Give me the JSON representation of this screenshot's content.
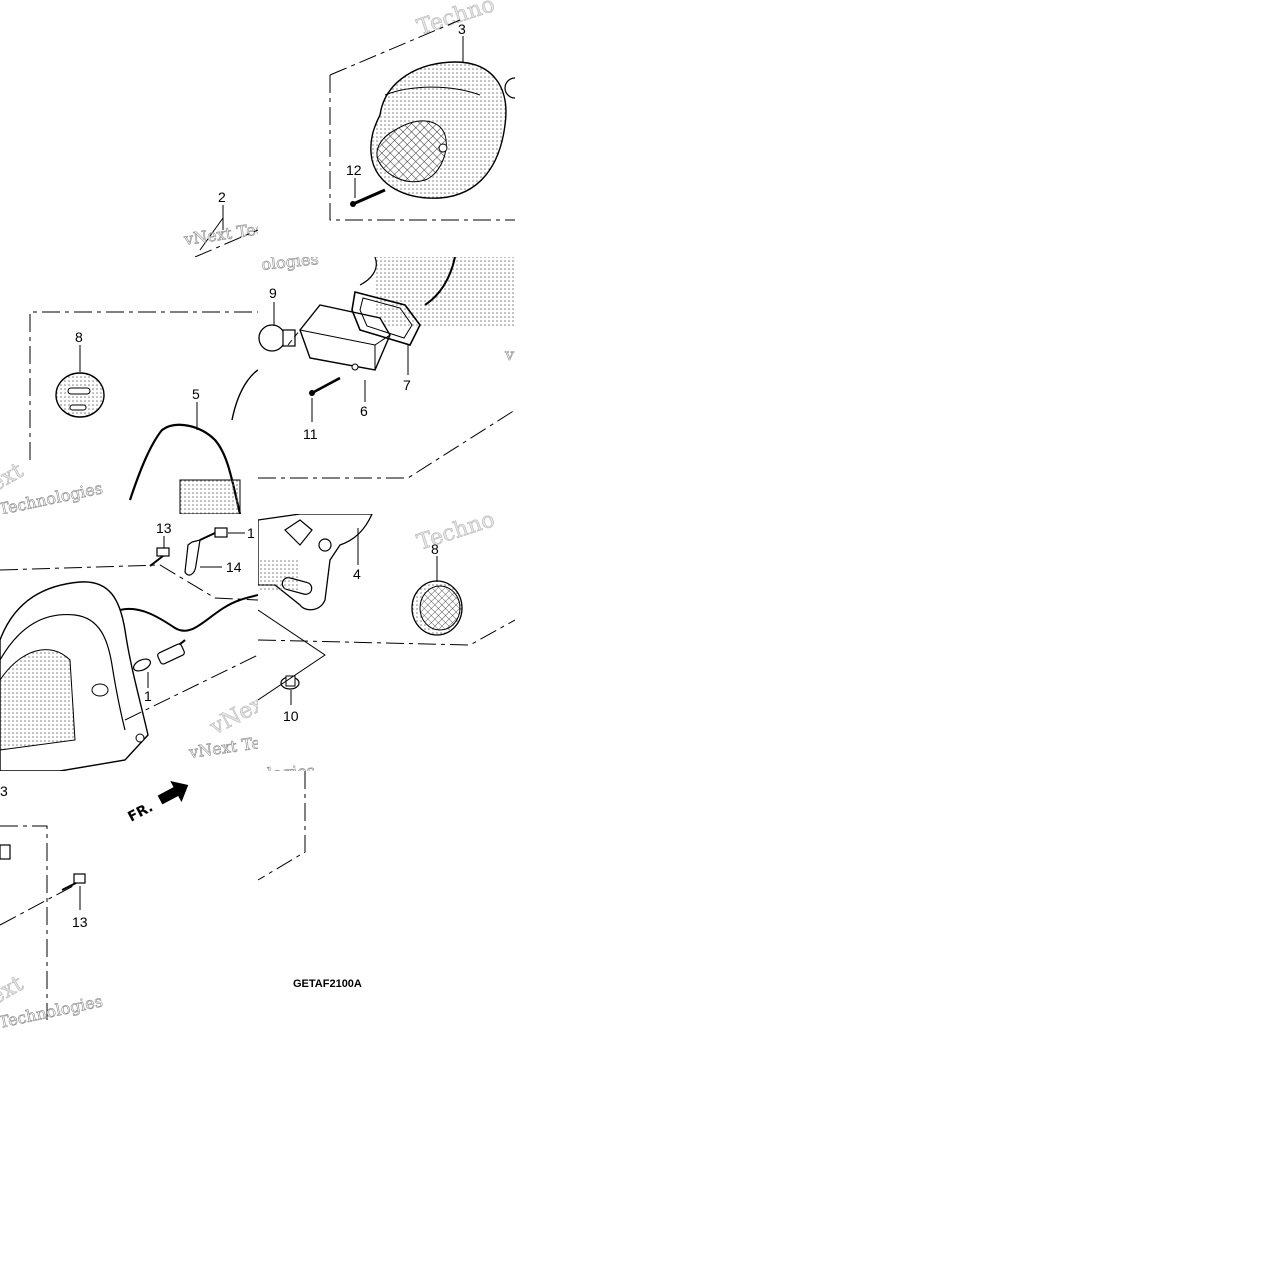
{
  "diagram": {
    "drawing_code": "GETAF2100A",
    "direction_label": "FR.",
    "watermark": {
      "brand": "vNext",
      "word1": "Techno",
      "word2": "Technologies",
      "fragment_ext": "ext",
      "fragment_logies": "ologies",
      "fragment_tec": "vNext Tec"
    },
    "callouts": {
      "c1": "1",
      "c1b": "1",
      "c2": "2",
      "c3": "3",
      "c3b": "3",
      "c4": "4",
      "c5": "5",
      "c6": "6",
      "c7": "7",
      "c8": "8",
      "c8b": "8",
      "c9": "9",
      "c10": "10",
      "c11": "11",
      "c12": "12",
      "c13": "13",
      "c13b": "13",
      "c14": "14"
    }
  },
  "colors": {
    "line": "#000000",
    "dots": "#9a9a9a",
    "background": "#ffffff"
  }
}
